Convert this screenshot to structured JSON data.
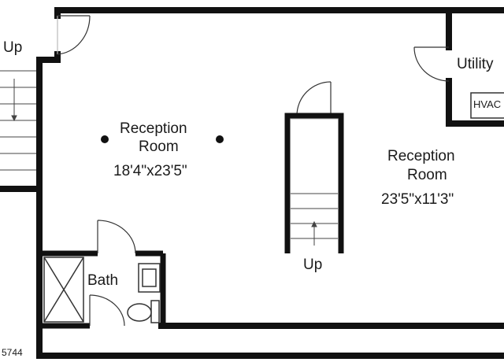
{
  "floorplan": {
    "rooms": [
      {
        "id": "reception-left",
        "name_line1": "Reception",
        "name_line2": "Room",
        "dimensions": "18'4\"x23'5\""
      },
      {
        "id": "reception-right",
        "name_line1": "Reception",
        "name_line2": "Room",
        "dimensions": "23'5\"x11'3\""
      },
      {
        "id": "bath",
        "name": "Bath"
      },
      {
        "id": "utility",
        "name": "Utility"
      }
    ],
    "labels": {
      "stair_up_left": "Up",
      "stair_up_center": "Up",
      "hvac": "HVAC"
    },
    "corner_text": "5744",
    "colors": {
      "wall": "#111111",
      "line": "#333333",
      "background": "#ffffff"
    }
  }
}
